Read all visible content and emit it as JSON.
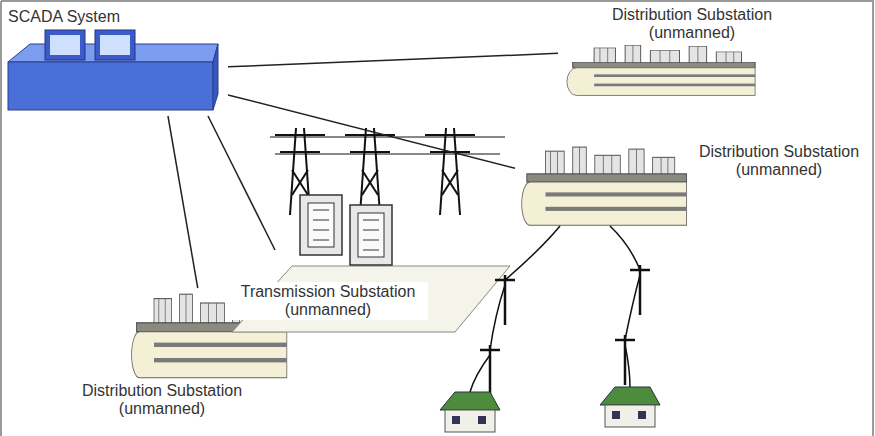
{
  "diagram": {
    "nodes": [
      {
        "text": [
          "SCADA System"
        ]
      },
      {
        "text": [
          "Distribution Substation (unmanned)"
        ]
      },
      {
        "text": [
          "Distribution Substation (unmanned)"
        ]
      },
      {
        "text": [
          "Transmission Substation (unmanned)"
        ]
      },
      {
        "text": [
          "Distribution Substation (unmanned)"
        ]
      }
    ],
    "edges": [
      {
        "from": 0,
        "to": 1,
        "arrow": "none"
      },
      {
        "from": 0,
        "to": 2,
        "arrow": "none"
      },
      {
        "from": 0,
        "to": 3,
        "arrow": "none"
      },
      {
        "from": 0,
        "to": 4,
        "arrow": "none"
      }
    ]
  }
}
